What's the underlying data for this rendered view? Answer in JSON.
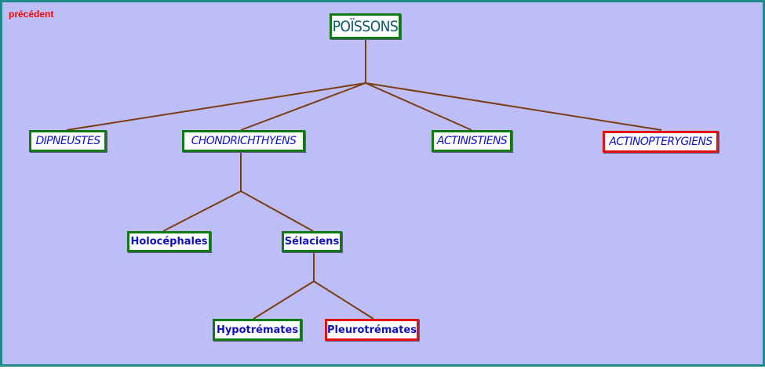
{
  "nav": {
    "previous_label": "précédent"
  },
  "colors": {
    "background": "#bdbdf7",
    "frame": "#1f8a8a",
    "connector": "#7a3d12",
    "box_border_green": "#0f7a0f",
    "box_border_red": "#e41010",
    "node_text": "#1010d0"
  },
  "tree": {
    "root": {
      "label": "POÏSSONS"
    },
    "classes": [
      {
        "label": "DIPNEUSTES",
        "highlight": false
      },
      {
        "label": "CHONDRICHTHYENS",
        "highlight": false
      },
      {
        "label": "ACTINISTIENS",
        "highlight": false
      },
      {
        "label": "ACTINOPTERYGIENS",
        "highlight": true
      }
    ],
    "chondrichthyens_children": [
      {
        "label": "Holocéphales",
        "highlight": false
      },
      {
        "label": "Sélaciens",
        "highlight": false
      }
    ],
    "selaciens_children": [
      {
        "label": "Hypotrémates",
        "highlight": false
      },
      {
        "label": "Pleurotrémates",
        "highlight": true
      }
    ]
  }
}
